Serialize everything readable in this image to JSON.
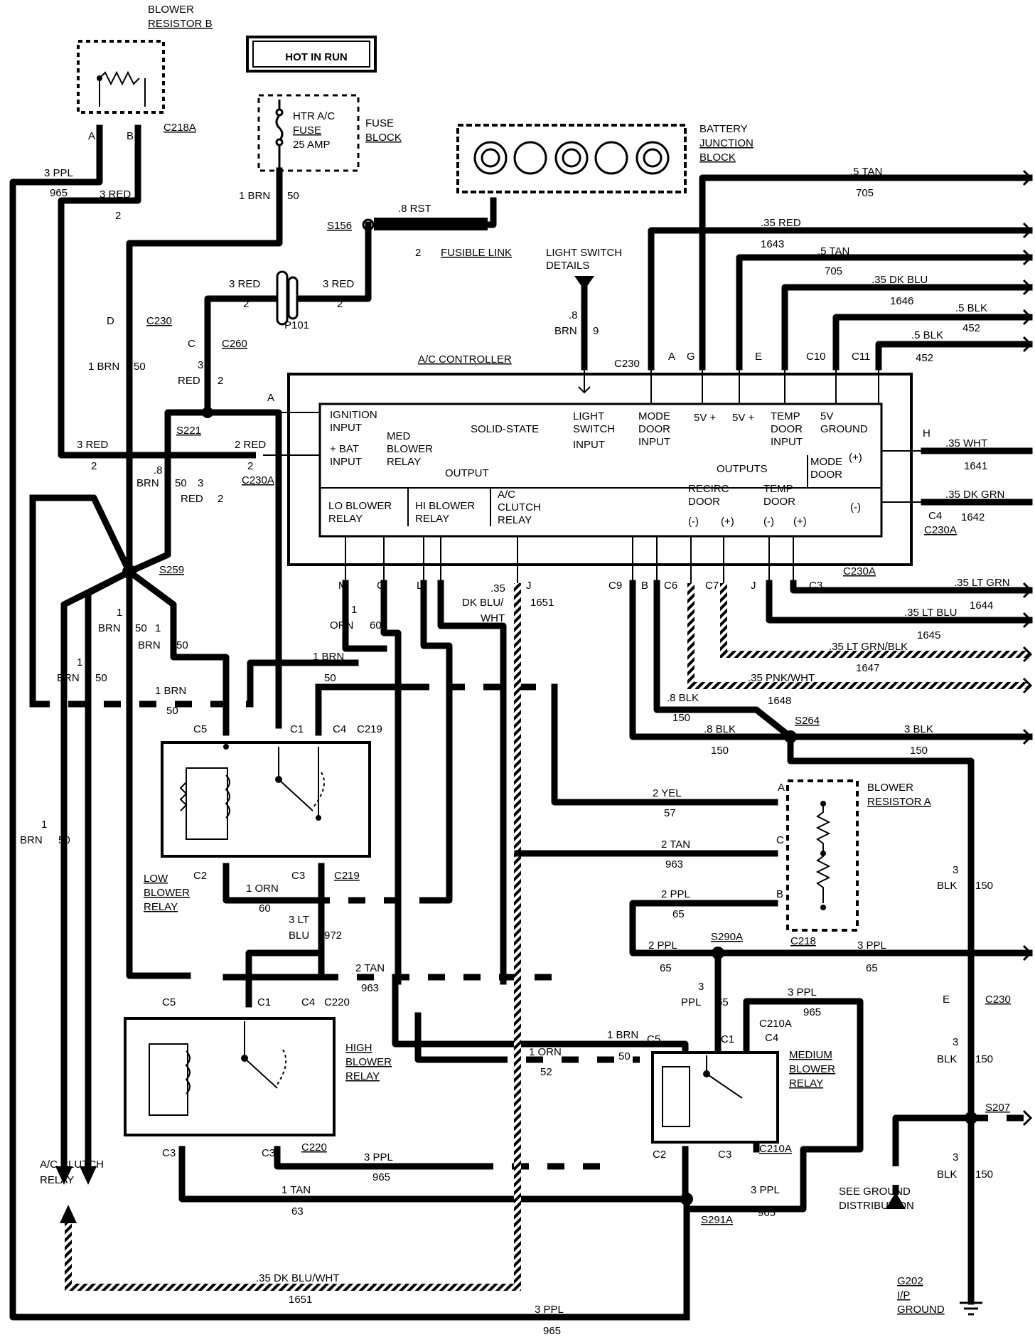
{
  "top": {
    "hot_in_run": "HOT IN RUN"
  },
  "fuse": {
    "name": "HTR A/C",
    "name2": "FUSE",
    "rating": "25 AMP",
    "block1": "FUSE",
    "block2": "BLOCK"
  },
  "battery_block": {
    "l1": "BATTERY",
    "l2": "JUNCTION",
    "l3": "BLOCK"
  },
  "blower_resistor_b": {
    "l1": "BLOWER",
    "l2": "RESISTOR B",
    "conn": "C218A",
    "pinA": "A",
    "pinB": "B"
  },
  "blower_resistor_a": {
    "l1": "BLOWER",
    "l2": "RESISTOR A",
    "conn": "C218",
    "pinA": "A",
    "pinC": "C",
    "pinB": "B"
  },
  "fusible_link": {
    "label": "FUSIBLE LINK",
    "wire": ".8 RST",
    "num": "2"
  },
  "light_switch": {
    "l1": "LIGHT SWITCH",
    "l2": "DETAILS",
    "wire1": ".8",
    "wire2": "BRN",
    "circ": "9"
  },
  "splices": {
    "s156": "S156",
    "s221": "S221",
    "s259": "S259",
    "s264": "S264",
    "s290a": "S290A",
    "s291a": "S291A",
    "s207": "S207",
    "p101": "P101"
  },
  "connectors": {
    "c230_d": "D",
    "c230": "C230",
    "c260_c": "C",
    "c260": "C260",
    "c230a": "C230A",
    "c230_top": "C230",
    "top_a": "A",
    "top_g": "G",
    "top_e": "E",
    "top_c10": "C10",
    "top_c11": "C11",
    "pin_a_left": "A",
    "pin_2": "2",
    "pin_h": "H",
    "pin_c4": "C4",
    "c230a_right": "C230A",
    "bot_m": "M",
    "bot_c": "C",
    "bot_l": "L",
    "bot_j": "J",
    "bot_c9": "C9",
    "bot_b": "B",
    "bot_c6": "C6",
    "bot_c7": "C7",
    "bot_j2": "J",
    "bot_c3": "C3",
    "c230a_bot": "C230A",
    "c230_e": "E",
    "c230_right": "C230"
  },
  "controller": {
    "title": "A/C CONTROLLER",
    "ignition": "IGNITION",
    "input": "INPUT",
    "bat": "+ BAT",
    "bat_input": "INPUT",
    "med": "MED",
    "blower": "BLOWER",
    "relay": "RELAY",
    "solid_state": "SOLID-STATE",
    "output": "OUTPUT",
    "light": "LIGHT",
    "switch": "SWITCH",
    "light_input": "INPUT",
    "mode": "MODE",
    "door": "DOOR",
    "mode_input": "INPUT",
    "v5a": "5V +",
    "v5b": "5V +",
    "temp": "TEMP",
    "temp_door": "DOOR",
    "temp_input": "INPUT",
    "gnd5": "5V",
    "ground": "GROUND",
    "outputs": "OUTPUTS",
    "mode_door1": "MODE",
    "mode_door2": "DOOR",
    "plus": "(+)",
    "minus": "(-)",
    "lo1": "LO BLOWER",
    "lo2": "RELAY",
    "hi1": "HI BLOWER",
    "hi2": "RELAY",
    "ac1": "A/C",
    "ac2": "CLUTCH",
    "ac3": "RELAY",
    "recirc1": "RECIRC",
    "recirc2": "DOOR",
    "tdoor1": "TEMP",
    "tdoor2": "DOOR",
    "r_minus": "(-)",
    "r_plus": "(+)",
    "t_minus": "(-)",
    "t_plus": "(+)"
  },
  "right_wires": [
    {
      "g": ".5 TAN",
      "c": "705"
    },
    {
      "g": ".35 RED",
      "c": "1643"
    },
    {
      "g": ".5 TAN",
      "c": "705"
    },
    {
      "g": ".35 DK BLU",
      "c": "1646"
    },
    {
      "g": ".5 BLK",
      "c": "452"
    },
    {
      "g": ".5 BLK",
      "c": "452"
    },
    {
      "g": ".35 WHT",
      "c": "1641"
    },
    {
      "g": ".35 DK GRN",
      "c": "1642"
    },
    {
      "g": ".35 LT GRN",
      "c": "1644"
    },
    {
      "g": ".35 LT BLU",
      "c": "1645"
    },
    {
      "g": ".35 LT GRN/BLK",
      "c": "1647"
    },
    {
      "g": ".35 PNK/WHT",
      "c": "1648"
    }
  ],
  "wires": {
    "ppl3": "3 PPL",
    "c965": "965",
    "red3": "3 RED",
    "c2": "2",
    "brn1": "1 BRN",
    "c50": "50",
    "red3b": "3 RED",
    "red3c": "3 RED",
    "brn1b": "1 BRN",
    "c50b": "50",
    "red3d": "3",
    "red_lbl": "RED",
    "c2b": "2",
    "red3e": "3 RED",
    "c2c": "2",
    "red2": "2 RED",
    "red2n": "2",
    "brn8": ".8",
    "brn_lbl": "BRN",
    "c50c": "50",
    "red3f": "3",
    "red_lbl2": "RED",
    "c2d": "2",
    "brn_s1": "1",
    "brn_s2": "BRN",
    "brn_s3": "50",
    "brn_s4": "1",
    "brn_s5": "BRN",
    "brn_s6": "50",
    "brn_l1": "1",
    "brn_l2": "BRN",
    "brn_l3": "50",
    "brn_m1": "1 BRN",
    "brn_m2": "50",
    "orn1": "1",
    "orn_lbl": "ORN",
    "c60": "60",
    "brn_top": "1 BRN",
    "c50d": "50",
    "dkblu1": ".35",
    "dkblu2": "DK BLU/",
    "dkblu3": "WHT",
    "c1651": "1651",
    "blk8a": ".8 BLK",
    "c150a": "150",
    "blk8b": ".8 BLK",
    "c150b": "150",
    "blk3": "3 BLK",
    "c150c": "150",
    "yel2": "2 YEL",
    "c57": "57",
    "tan2": "2 TAN",
    "c963": "963",
    "ppl2": "2 PPL",
    "c65": "65",
    "ppl2b": "2 PPL",
    "c65b": "65",
    "ppl3r": "3 PPL",
    "c65c": "65",
    "brn1_l": "1",
    "brn1_l2": "BRN",
    "c50e": "50",
    "orn1b": "1 ORN",
    "c60b": "60",
    "ltblu1": "3 LT",
    "ltblu2": "BLU",
    "c972": "972",
    "tan2b": "2 TAN",
    "c963b": "963",
    "ppl_3": "3",
    "ppl_lbl": "PPL",
    "c65d": "65",
    "ppl3m": "3 PPL",
    "c965m": "965",
    "brn1m": "1 BRN",
    "c50m": "50",
    "orn1m": "1 ORN",
    "c52": "52",
    "ppl3h": "3 PPL",
    "c965h": "965",
    "tan1": "1 TAN",
    "c63": "63",
    "ppl3s": "3 PPL",
    "c965s": "965",
    "dkblu_b": ".35 DK BLU/WHT",
    "c1651b": "1651",
    "ppl3bot": "3 PPL",
    "c965bot": "965",
    "blk3r": "3",
    "blk_lbl": "BLK",
    "c150r": "150",
    "blk3r2": "3",
    "blk_lbl2": "BLK",
    "c150r2": "150",
    "blk3r3": "3",
    "blk_lbl3": "BLK",
    "c150r3": "150"
  },
  "relays": {
    "low1": "LOW",
    "low2": "BLOWER",
    "low3": "RELAY",
    "high1": "HIGH",
    "high2": "BLOWER",
    "high3": "RELAY",
    "med1": "MEDIUM",
    "med2": "BLOWER",
    "med3": "RELAY",
    "c219": "C219",
    "c219b": "C219",
    "c220": "C220",
    "c220b": "C220",
    "c210a": "C210A",
    "c210a2": "C210A",
    "c4m": "C4",
    "p_c5": "C5",
    "p_c1": "C1",
    "p_c4": "C4",
    "p_c2": "C2",
    "p_c3": "C3",
    "h_c5": "C5",
    "h_c1": "C1",
    "h_c4": "C4",
    "h_c3a": "C3",
    "h_c3b": "C3",
    "m_c5": "C5",
    "m_c1": "C1",
    "m_c2": "C2",
    "m_c3": "C3"
  },
  "ac_clutch": {
    "l1": "A/C CLUTCH",
    "l2": "RELAY"
  },
  "ground": {
    "see1": "SEE GROUND",
    "see2": "DISTRIBUTION",
    "g1": "G202",
    "g2": "I/P",
    "g3": "GROUND"
  }
}
